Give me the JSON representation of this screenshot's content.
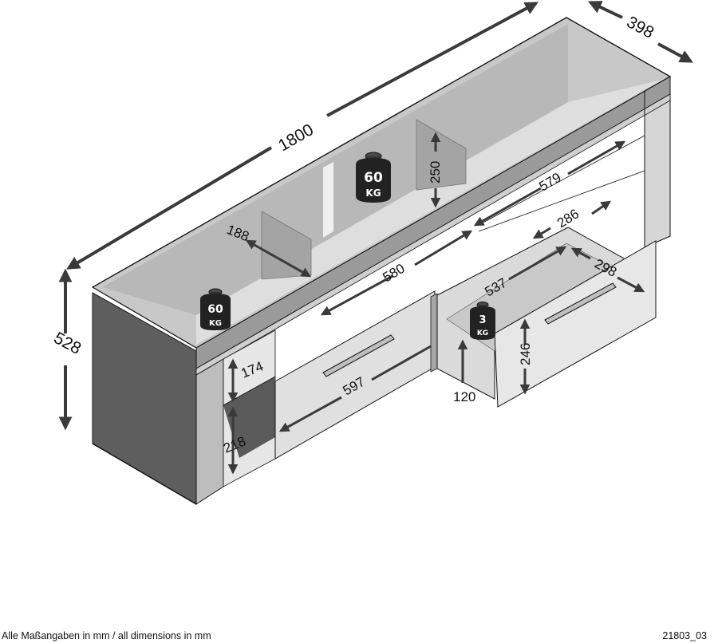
{
  "drawing": {
    "subject": "TV lowboard dimension drawing",
    "colors": {
      "arrow": "#3a3a3a",
      "outline": "#111111",
      "side_panel_dark": "#5e5e5e",
      "top_light": "#e6e6e6",
      "interior": "#c4c4c4",
      "weight_body": "#222222"
    },
    "dimensions": {
      "total_width": "1800",
      "depth": "398",
      "height": "528",
      "shelf_depth_left": "188",
      "compartment_height_back": "250",
      "compartment_width_right": "579",
      "compartment_width_left": "580",
      "inner_depth_right": "286",
      "drawer_inner_width": "537",
      "drawer_inner_depth": "298",
      "drawer_front_height": "246",
      "drawer_inner_height": "120",
      "left_open_height": "174",
      "left_lower_height": "218",
      "left_drawer_width": "597"
    },
    "load_limits": [
      {
        "value": "60",
        "unit": "KG",
        "position": "top-center"
      },
      {
        "value": "60",
        "unit": "KG",
        "position": "top-left"
      },
      {
        "value": "3",
        "unit": "KG",
        "position": "drawer"
      }
    ]
  },
  "footer": {
    "note": "Alle Maßangaben in mm / all dimensions in mm",
    "code": "21803_03"
  }
}
